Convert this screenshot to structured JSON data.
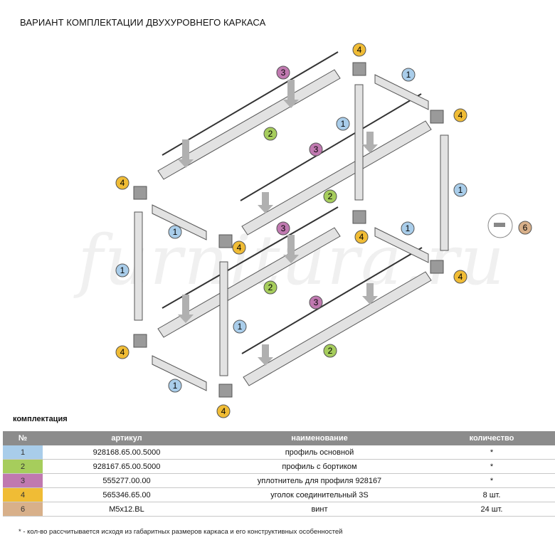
{
  "title": "ВАРИАНТ КОМПЛЕКТАЦИИ ДВУХУРОВНЕГО КАРКАСА",
  "watermark": "furnitura.ru",
  "callouts": [
    {
      "num": "1",
      "color": "#a9cdea"
    },
    {
      "num": "2",
      "color": "#a6cd5c"
    },
    {
      "num": "3",
      "color": "#c079b0"
    },
    {
      "num": "4",
      "color": "#f0bc35"
    },
    {
      "num": "6",
      "color": "#d8b08a"
    }
  ],
  "section_title": "комплектация",
  "table": {
    "headers": {
      "no": "№",
      "article": "артикул",
      "name": "наименование",
      "qty": "количество"
    },
    "rows": [
      {
        "no": "1",
        "article": "928168.65.00.5000",
        "name": "профиль основной",
        "qty": "*",
        "color": "#a9cdea"
      },
      {
        "no": "2",
        "article": "928167.65.00.5000",
        "name": "профиль с бортиком",
        "qty": "*",
        "color": "#a6cd5c"
      },
      {
        "no": "3",
        "article": "555277.00.00",
        "name": "уплотнитель для профиля 928167",
        "qty": "*",
        "color": "#c079b0"
      },
      {
        "no": "4",
        "article": "565346.65.00",
        "name": "уголок соединительный 3S",
        "qty": "8 шт.",
        "color": "#f0bc35"
      },
      {
        "no": "6",
        "article": "M5x12.BL",
        "name": "винт",
        "qty": "24 шт.",
        "color": "#d8b08a"
      }
    ]
  },
  "footnote": "* - кол-во рассчитывается исходя из габаритных размеров каркаса и его конструктивных особенностей"
}
